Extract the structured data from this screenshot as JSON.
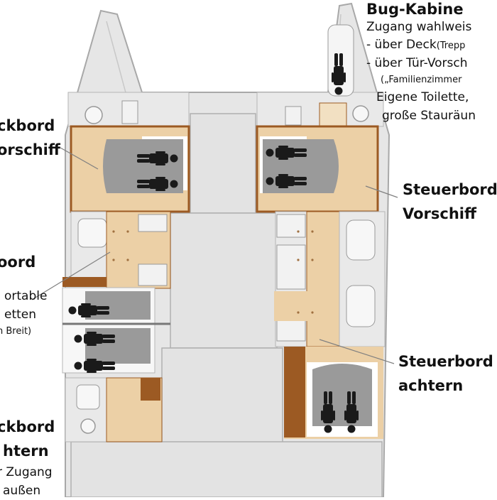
{
  "labels": {
    "bow_cabin": {
      "title": "Bug-Kabine",
      "line1": "Zugang wahlweis",
      "line2_main": "- über Deck",
      "line2_small": "(Trepp",
      "line3": "- über Tür-Vorsch",
      "line4": "(„Familienzimmer",
      "line5": "Eigene Toilette,",
      "line6": "große Stauräun"
    },
    "port_forward": {
      "line1": "ckbord",
      "line2": "orschiff"
    },
    "starboard_forward": {
      "line1": "Steuerbord",
      "line2": "Vorschiff"
    },
    "port_middle": {
      "title": "oord",
      "line1": "ortable",
      "line2": "etten",
      "line3": "n Breit)"
    },
    "starboard_aft": {
      "line1": "Steuerbord",
      "line2": "achtern"
    },
    "port_aft": {
      "line1": "ckbord",
      "line2": "htern",
      "line3": "r Zugang",
      "line4": "außen"
    }
  },
  "colors": {
    "background": "#ffffff",
    "hull": "#e6e6e6",
    "hull_outline": "#a8a8a8",
    "wood_floor": "#ecd0a6",
    "wood_edge": "#9c5a23",
    "berth": "#9a9a9a",
    "bedding": "#ffffff",
    "person_icon": "#1a1a1a",
    "leader_line": "#808080"
  }
}
